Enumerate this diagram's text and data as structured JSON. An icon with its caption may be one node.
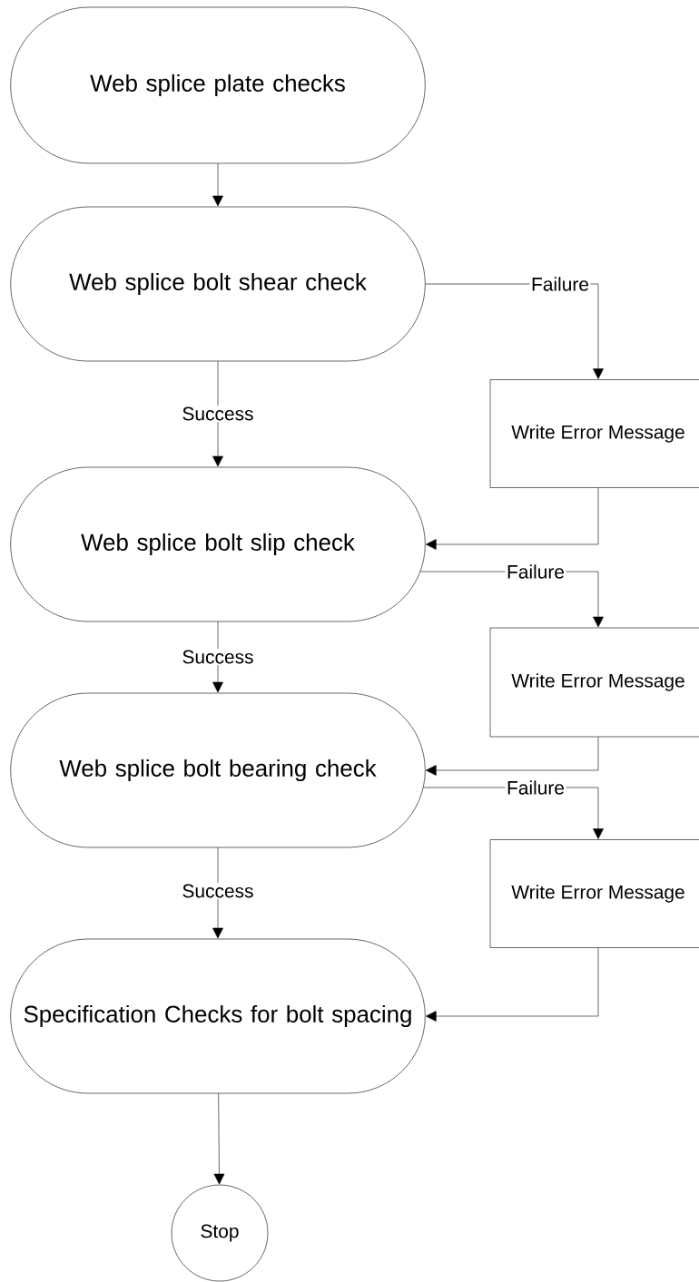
{
  "diagram": {
    "nodes": [
      {
        "text": [
          "Web splice plate checks"
        ]
      },
      {
        "text": [
          "Web splice bolt shear check"
        ]
      },
      {
        "text": [
          "Write Error Message"
        ]
      },
      {
        "text": [
          "Web splice bolt slip check"
        ]
      },
      {
        "text": [
          "Write Error Message"
        ]
      },
      {
        "text": [
          "Web splice bolt bearing check"
        ]
      },
      {
        "text": [
          "Write Error Message"
        ]
      },
      {
        "text": [
          "Specification Checks for bolt spacing"
        ]
      },
      {
        "text": [
          "Stop"
        ]
      }
    ],
    "edges": [
      {
        "from": 0,
        "to": 1,
        "arrow": "to"
      },
      {
        "from": 1,
        "to": 2,
        "arrow": "to",
        "label": "Failure"
      },
      {
        "from": 1,
        "to": 3,
        "arrow": "to",
        "label": "Success"
      },
      {
        "from": 2,
        "to": 3,
        "arrow": "to"
      },
      {
        "from": 3,
        "to": 4,
        "arrow": "to",
        "label": "Failure"
      },
      {
        "from": 3,
        "to": 5,
        "arrow": "to",
        "label": "Success"
      },
      {
        "from": 4,
        "to": 5,
        "arrow": "to"
      },
      {
        "from": 5,
        "to": 6,
        "arrow": "to",
        "label": "Failure"
      },
      {
        "from": 5,
        "to": 7,
        "arrow": "to",
        "label": "Success"
      },
      {
        "from": 6,
        "to": 7,
        "arrow": "to"
      },
      {
        "from": 7,
        "to": 8,
        "arrow": "to"
      }
    ]
  }
}
